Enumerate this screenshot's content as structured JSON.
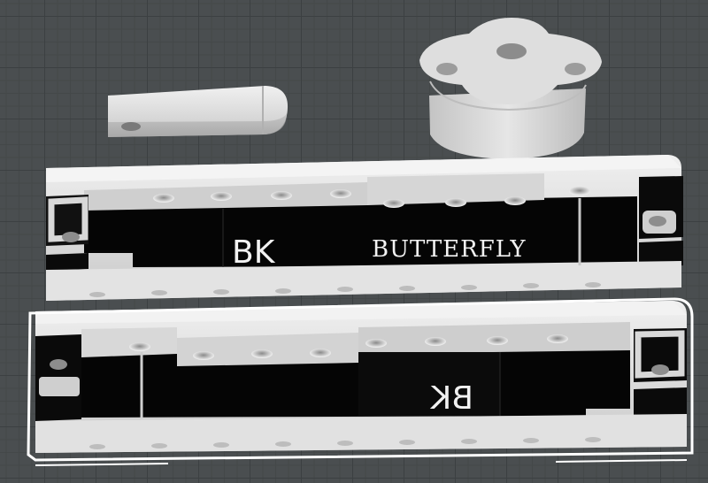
{
  "scene": {
    "background_color": "#4a4e50",
    "grid_color": "#3c4042",
    "part_color": "#d9d9d9",
    "insert_color": "#050505",
    "selection_color": "#ffffff"
  },
  "parts": {
    "top_handle": {
      "label_main": "BUTTERFLY",
      "label_short": "BK"
    },
    "bottom_handle": {
      "label_short": "BK",
      "mirrored": true,
      "selected": true
    },
    "pin": {
      "icon": "pin-icon"
    },
    "pivot_disc": {
      "icon": "pivot-disc-icon"
    }
  }
}
